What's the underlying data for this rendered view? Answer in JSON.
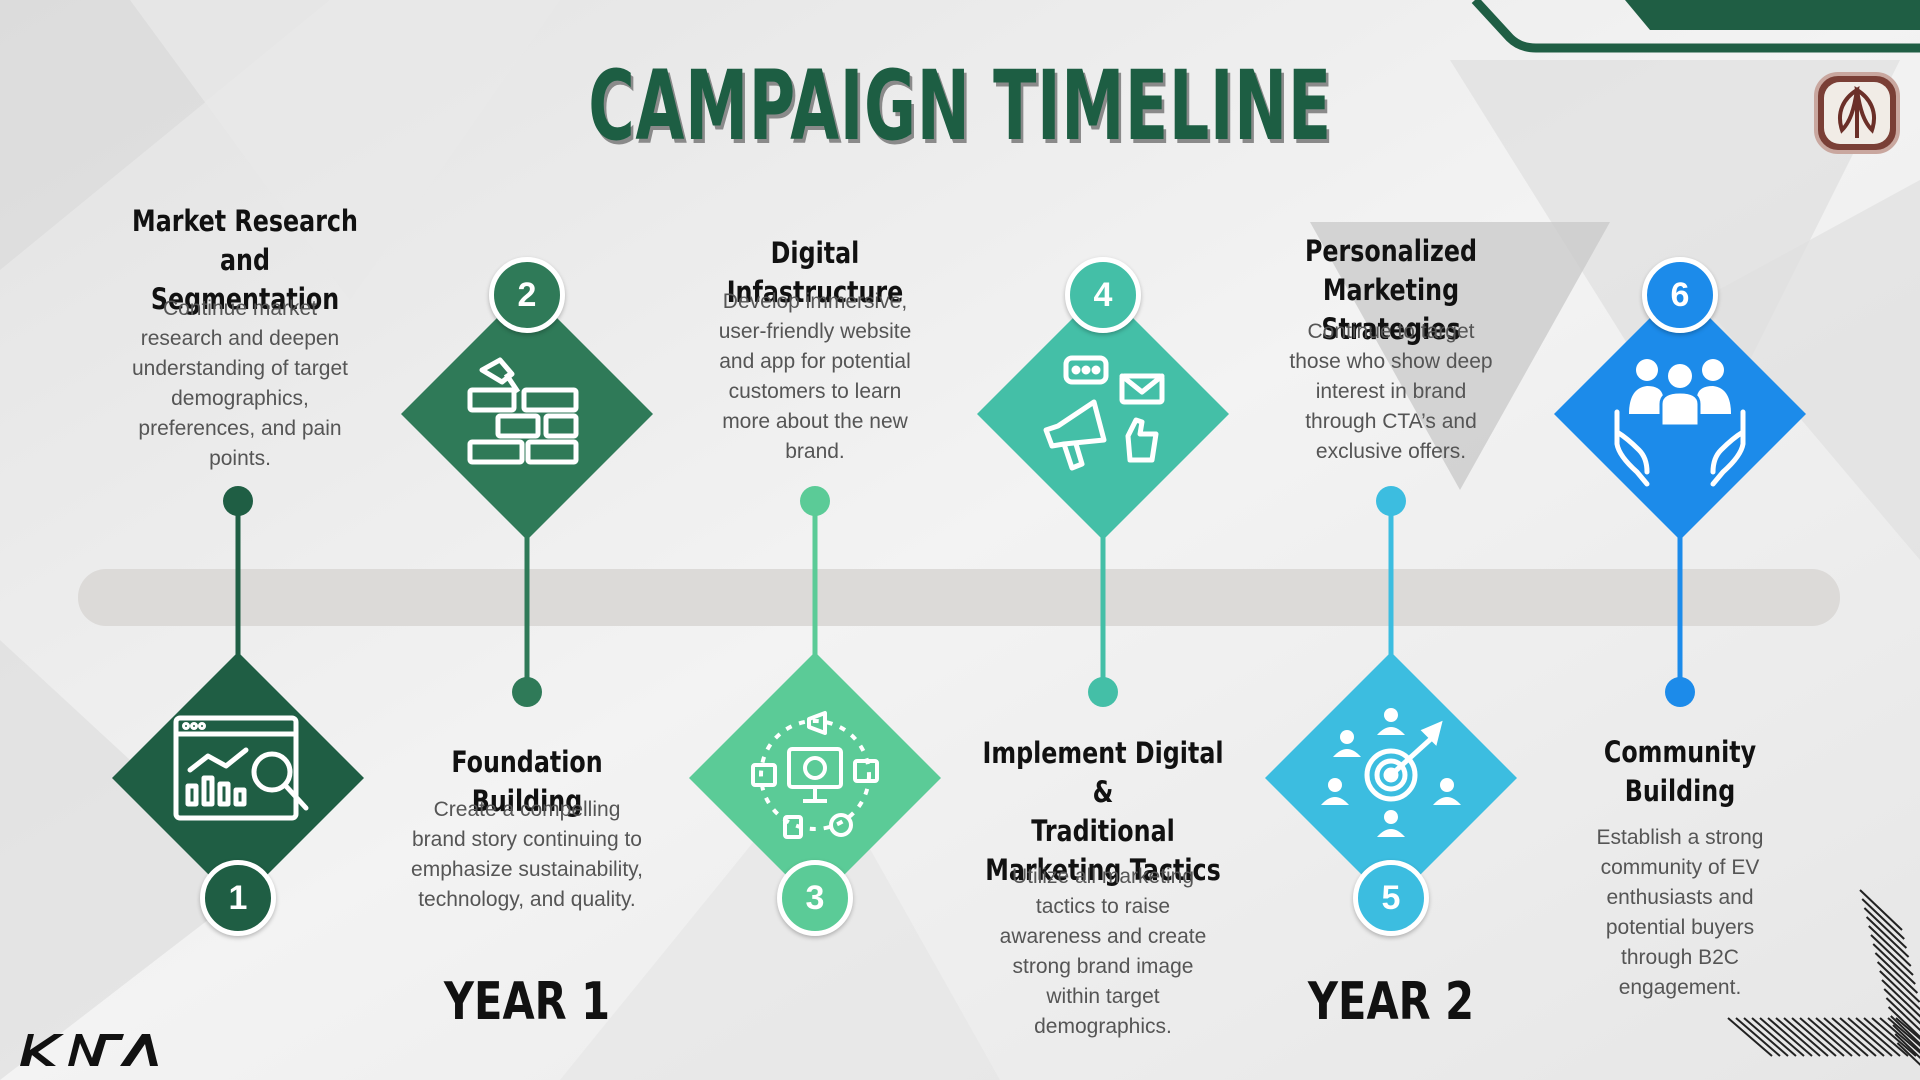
{
  "title": "CAMPAIGN TIMELINE",
  "colors": {
    "dark_green": "#1f5e44",
    "mid_green": "#2f7a58",
    "mint": "#5bcb97",
    "teal": "#44bfa7",
    "sky": "#3cbde0",
    "blue": "#1c8bea"
  },
  "steps": [
    {
      "number": "1",
      "heading_lines": [
        "Market Research and",
        "Segmentation"
      ],
      "description_lines": [
        "Continue market",
        "research and deepen",
        "understanding of target",
        "demographics,",
        "preferences, and pain",
        "points."
      ],
      "icon": "analytics-dashboard-icon"
    },
    {
      "number": "2",
      "heading_lines": [
        "Foundation Building"
      ],
      "description_lines": [
        "Create a compelling",
        "brand story continuing to",
        "emphasize sustainability,",
        "technology, and quality."
      ],
      "icon": "brick-wall-icon"
    },
    {
      "number": "3",
      "heading_lines": [
        "Digital Infastructure"
      ],
      "description_lines": [
        "Develop immersive,",
        "user-friendly website",
        "and app for potential",
        "customers to learn",
        "more about the new",
        "brand."
      ],
      "icon": "digital-platform-icon"
    },
    {
      "number": "4",
      "heading_lines": [
        "Implement Digital &",
        "Traditional",
        "Marketing Tactics"
      ],
      "description_lines": [
        "Utilize all marketing",
        "tactics to raise",
        "awareness and create",
        "strong brand image",
        "within target",
        "demographics."
      ],
      "icon": "megaphone-marketing-icon"
    },
    {
      "number": "5",
      "heading_lines": [
        "Personalized Marketing",
        "Strategies"
      ],
      "description_lines": [
        "Continue to target",
        "those who show deep",
        "interest in brand",
        "through CTA’s and",
        "exclusive offers."
      ],
      "icon": "target-audience-icon"
    },
    {
      "number": "6",
      "heading_lines": [
        "Community",
        "Building"
      ],
      "description_lines": [
        "Establish a strong",
        "community of EV",
        "enthusiasts and",
        "potential buyers",
        "through B2C",
        "engagement."
      ],
      "icon": "community-hands-icon"
    }
  ],
  "years": [
    "YEAR 1",
    "YEAR 2"
  ],
  "logos": [
    "kia-logo",
    "emblem-logo"
  ]
}
